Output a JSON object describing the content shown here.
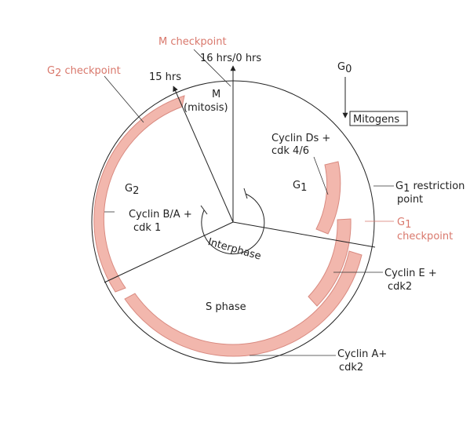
{
  "diagram": {
    "labels": {
      "m_checkpoint": "M checkpoint",
      "time_16_0": "16 hrs/0 hrs",
      "g2_checkpoint_main": "G",
      "g2_checkpoint_sub": "2",
      "g2_checkpoint_rest": " checkpoint",
      "time_15": "15 hrs",
      "m_phase": "M",
      "mitosis": "(mitosis)",
      "g0_main": "G",
      "g0_sub": "0",
      "mitogens": "Mitogens",
      "cyclin_ds": "Cyclin Ds +",
      "cdk46": "cdk 4/6",
      "g1_main": "G",
      "g1_sub": "1",
      "g2_main": "G",
      "g2_sub": "2",
      "g1_restriction_main": "G",
      "g1_restriction_sub": "1",
      "g1_restriction_rest": " restriction",
      "g1_restriction_point": "point",
      "g1_checkpoint_main": "G",
      "g1_checkpoint_sub": "1",
      "g1_checkpoint_word": "checkpoint",
      "cyclin_ba": "Cyclin B/A +",
      "cdk1": "cdk 1",
      "interphase": "Interphase",
      "cyclin_e": "Cyclin E +",
      "cdk2_e": "cdk2",
      "s_phase": "S phase",
      "cyclin_a": "Cyclin A+",
      "cdk2_a": "cdk2"
    },
    "colors": {
      "band_fill": "#f2b7ad",
      "band_stroke": "#d98a80",
      "checkpoint_text": "#d9786c",
      "line": "#222222"
    }
  }
}
